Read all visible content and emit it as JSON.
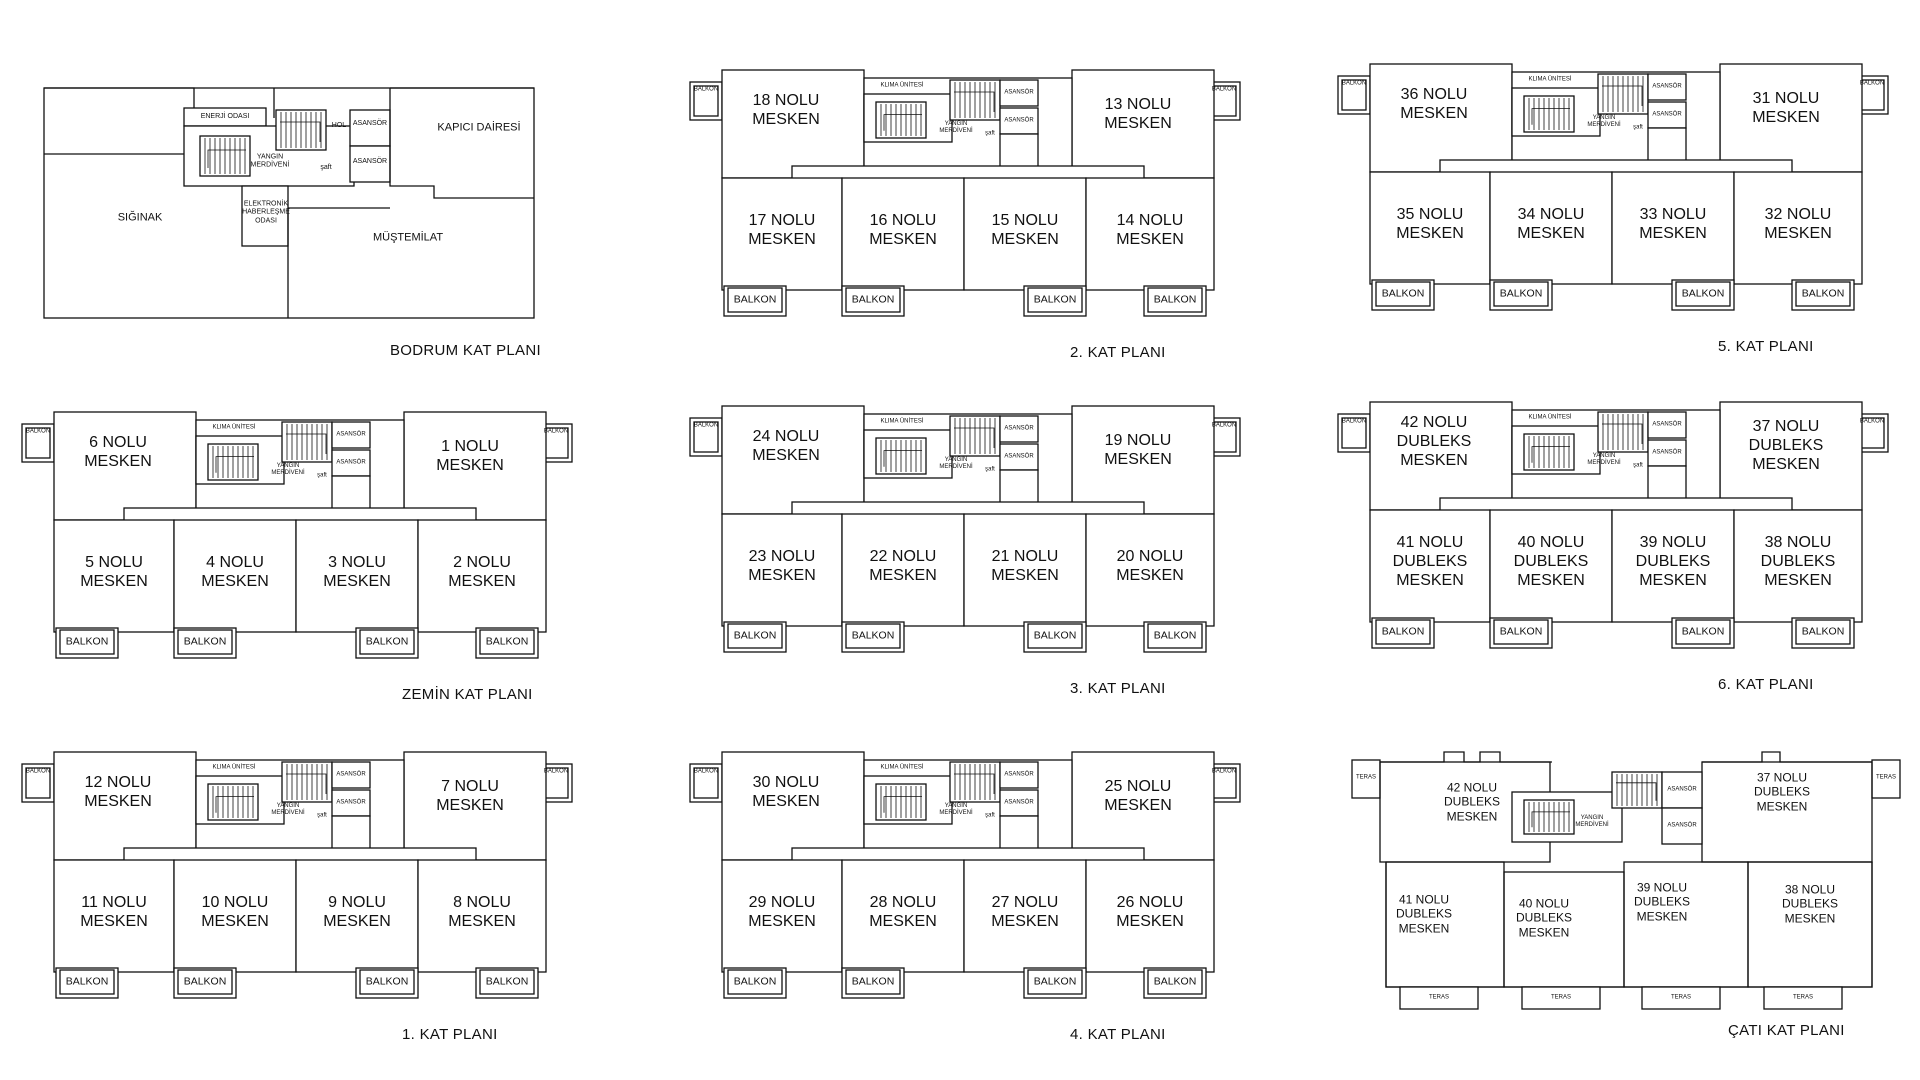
{
  "labels": {
    "balcony": "BALKON",
    "elevator": "ASANSÖR",
    "ac": "KLIMA ÜNİTESİ",
    "fire_stair": "YANGIN\nMERDİVENİ",
    "shaft": "şaft",
    "terrace": "TERAS"
  },
  "bodrum": {
    "caption": "BODRUM KAT PLANI",
    "shelter": "SIĞINAK",
    "energy_room": "ENERJİ ODASI",
    "hall": "HOL",
    "elevator_1": "ASANSÖR",
    "elevator_2": "ASANSÖR",
    "doorman": "KAPICI DAİRESİ",
    "electronic": "ELEKTRONİK\nHABERLEŞME\nODASI",
    "annex": "MÜŞTEMİLAT",
    "fire_stair": "YANGIN\nMERDİVENİ",
    "shaft": "şaft"
  },
  "plans": [
    {
      "caption": "ZEMİN KAT  PLANI",
      "top_left": "6 NOLU\nMESKEN",
      "top_right": "1 NOLU\nMESKEN",
      "bottom": [
        "5 NOLU\nMESKEN",
        "4 NOLU\nMESKEN",
        "3 NOLU\nMESKEN",
        "2 NOLU\nMESKEN"
      ]
    },
    {
      "caption": "1. KAT  PLANI",
      "top_left": "12 NOLU\nMESKEN",
      "top_right": "7 NOLU\nMESKEN",
      "bottom": [
        "11 NOLU\nMESKEN",
        "10 NOLU\nMESKEN",
        "9 NOLU\nMESKEN",
        "8 NOLU\nMESKEN"
      ]
    },
    {
      "caption": "2. KAT  PLANI",
      "top_left": "18 NOLU\nMESKEN",
      "top_right": "13 NOLU\nMESKEN",
      "bottom": [
        "17 NOLU\nMESKEN",
        "16 NOLU\nMESKEN",
        "15 NOLU\nMESKEN",
        "14 NOLU\nMESKEN"
      ]
    },
    {
      "caption": "3. KAT  PLANI",
      "top_left": "24 NOLU\nMESKEN",
      "top_right": "19 NOLU\nMESKEN",
      "bottom": [
        "23 NOLU\nMESKEN",
        "22 NOLU\nMESKEN",
        "21 NOLU\nMESKEN",
        "20 NOLU\nMESKEN"
      ]
    },
    {
      "caption": "4. KAT  PLANI",
      "top_left": "30 NOLU\nMESKEN",
      "top_right": "25 NOLU\nMESKEN",
      "bottom": [
        "29 NOLU\nMESKEN",
        "28 NOLU\nMESKEN",
        "27 NOLU\nMESKEN",
        "26 NOLU\nMESKEN"
      ]
    },
    {
      "caption": "5. KAT  PLANI",
      "top_left": "36 NOLU\nMESKEN",
      "top_right": "31 NOLU\nMESKEN",
      "bottom": [
        "35 NOLU\nMESKEN",
        "34 NOLU\nMESKEN",
        "33 NOLU\nMESKEN",
        "32 NOLU\nMESKEN"
      ]
    },
    {
      "caption": "6. KAT  PLANI",
      "top_left": "42 NOLU\nDUBLEKS\nMESKEN",
      "top_right": "37 NOLU\nDUBLEKS\nMESKEN",
      "bottom": [
        "41 NOLU\nDUBLEKS\nMESKEN",
        "40 NOLU\nDUBLEKS\nMESKEN",
        "39 NOLU\nDUBLEKS\nMESKEN",
        "38 NOLU\nDUBLEKS\nMESKEN"
      ]
    }
  ],
  "roof": {
    "caption": "ÇATI KAT  PLANI",
    "top_left": "42 NOLU\nDUBLEKS\nMESKEN",
    "top_right": "37 NOLU\nDUBLEKS\nMESKEN",
    "bottom": [
      "41 NOLU\nDUBLEKS\nMESKEN",
      "40 NOLU\nDUBLEKS\nMESKEN",
      "39 NOLU\nDUBLEKS\nMESKEN",
      "38 NOLU\nDUBLEKS\nMESKEN"
    ]
  }
}
